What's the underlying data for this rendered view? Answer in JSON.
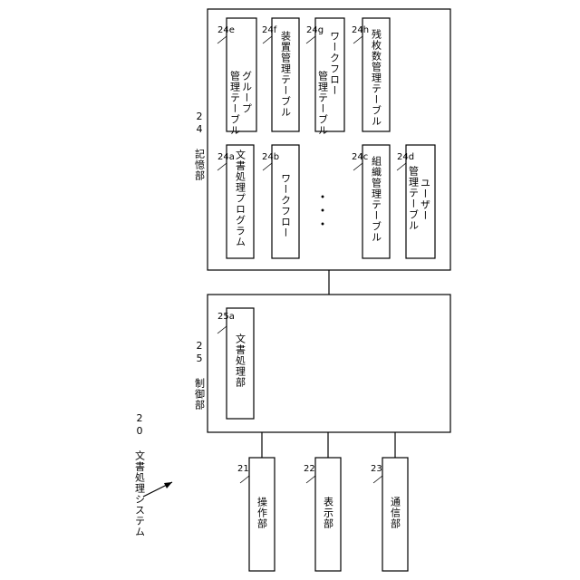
{
  "system": {
    "label": "20 文書処理システム"
  },
  "storage": {
    "label": "24 記憶部",
    "items": [
      {
        "ref": "24a",
        "label": "文書処理プログラム"
      },
      {
        "ref": "24b",
        "label": "ワークフロー"
      },
      {
        "ref": "24c",
        "label": "組織管理テーブル"
      },
      {
        "ref": "24d",
        "line1": "ユーザー",
        "line2": "管理テーブル"
      },
      {
        "ref": "24e",
        "line1": "グループ",
        "line2": "管理テーブル"
      },
      {
        "ref": "24f",
        "label": "装置管理テーブル"
      },
      {
        "ref": "24g",
        "line1": "ワークフロー",
        "line2": "管理テーブル"
      },
      {
        "ref": "24h",
        "label": "残枚数管理テーブル"
      }
    ],
    "ellipsis": "・・・"
  },
  "control": {
    "label": "25 制御部",
    "doc_processing": {
      "ref": "25a",
      "label": "文書処理部"
    }
  },
  "units": [
    {
      "ref": "21",
      "label": "操作部"
    },
    {
      "ref": "22",
      "label": "表示部"
    },
    {
      "ref": "23",
      "label": "通信部"
    }
  ]
}
